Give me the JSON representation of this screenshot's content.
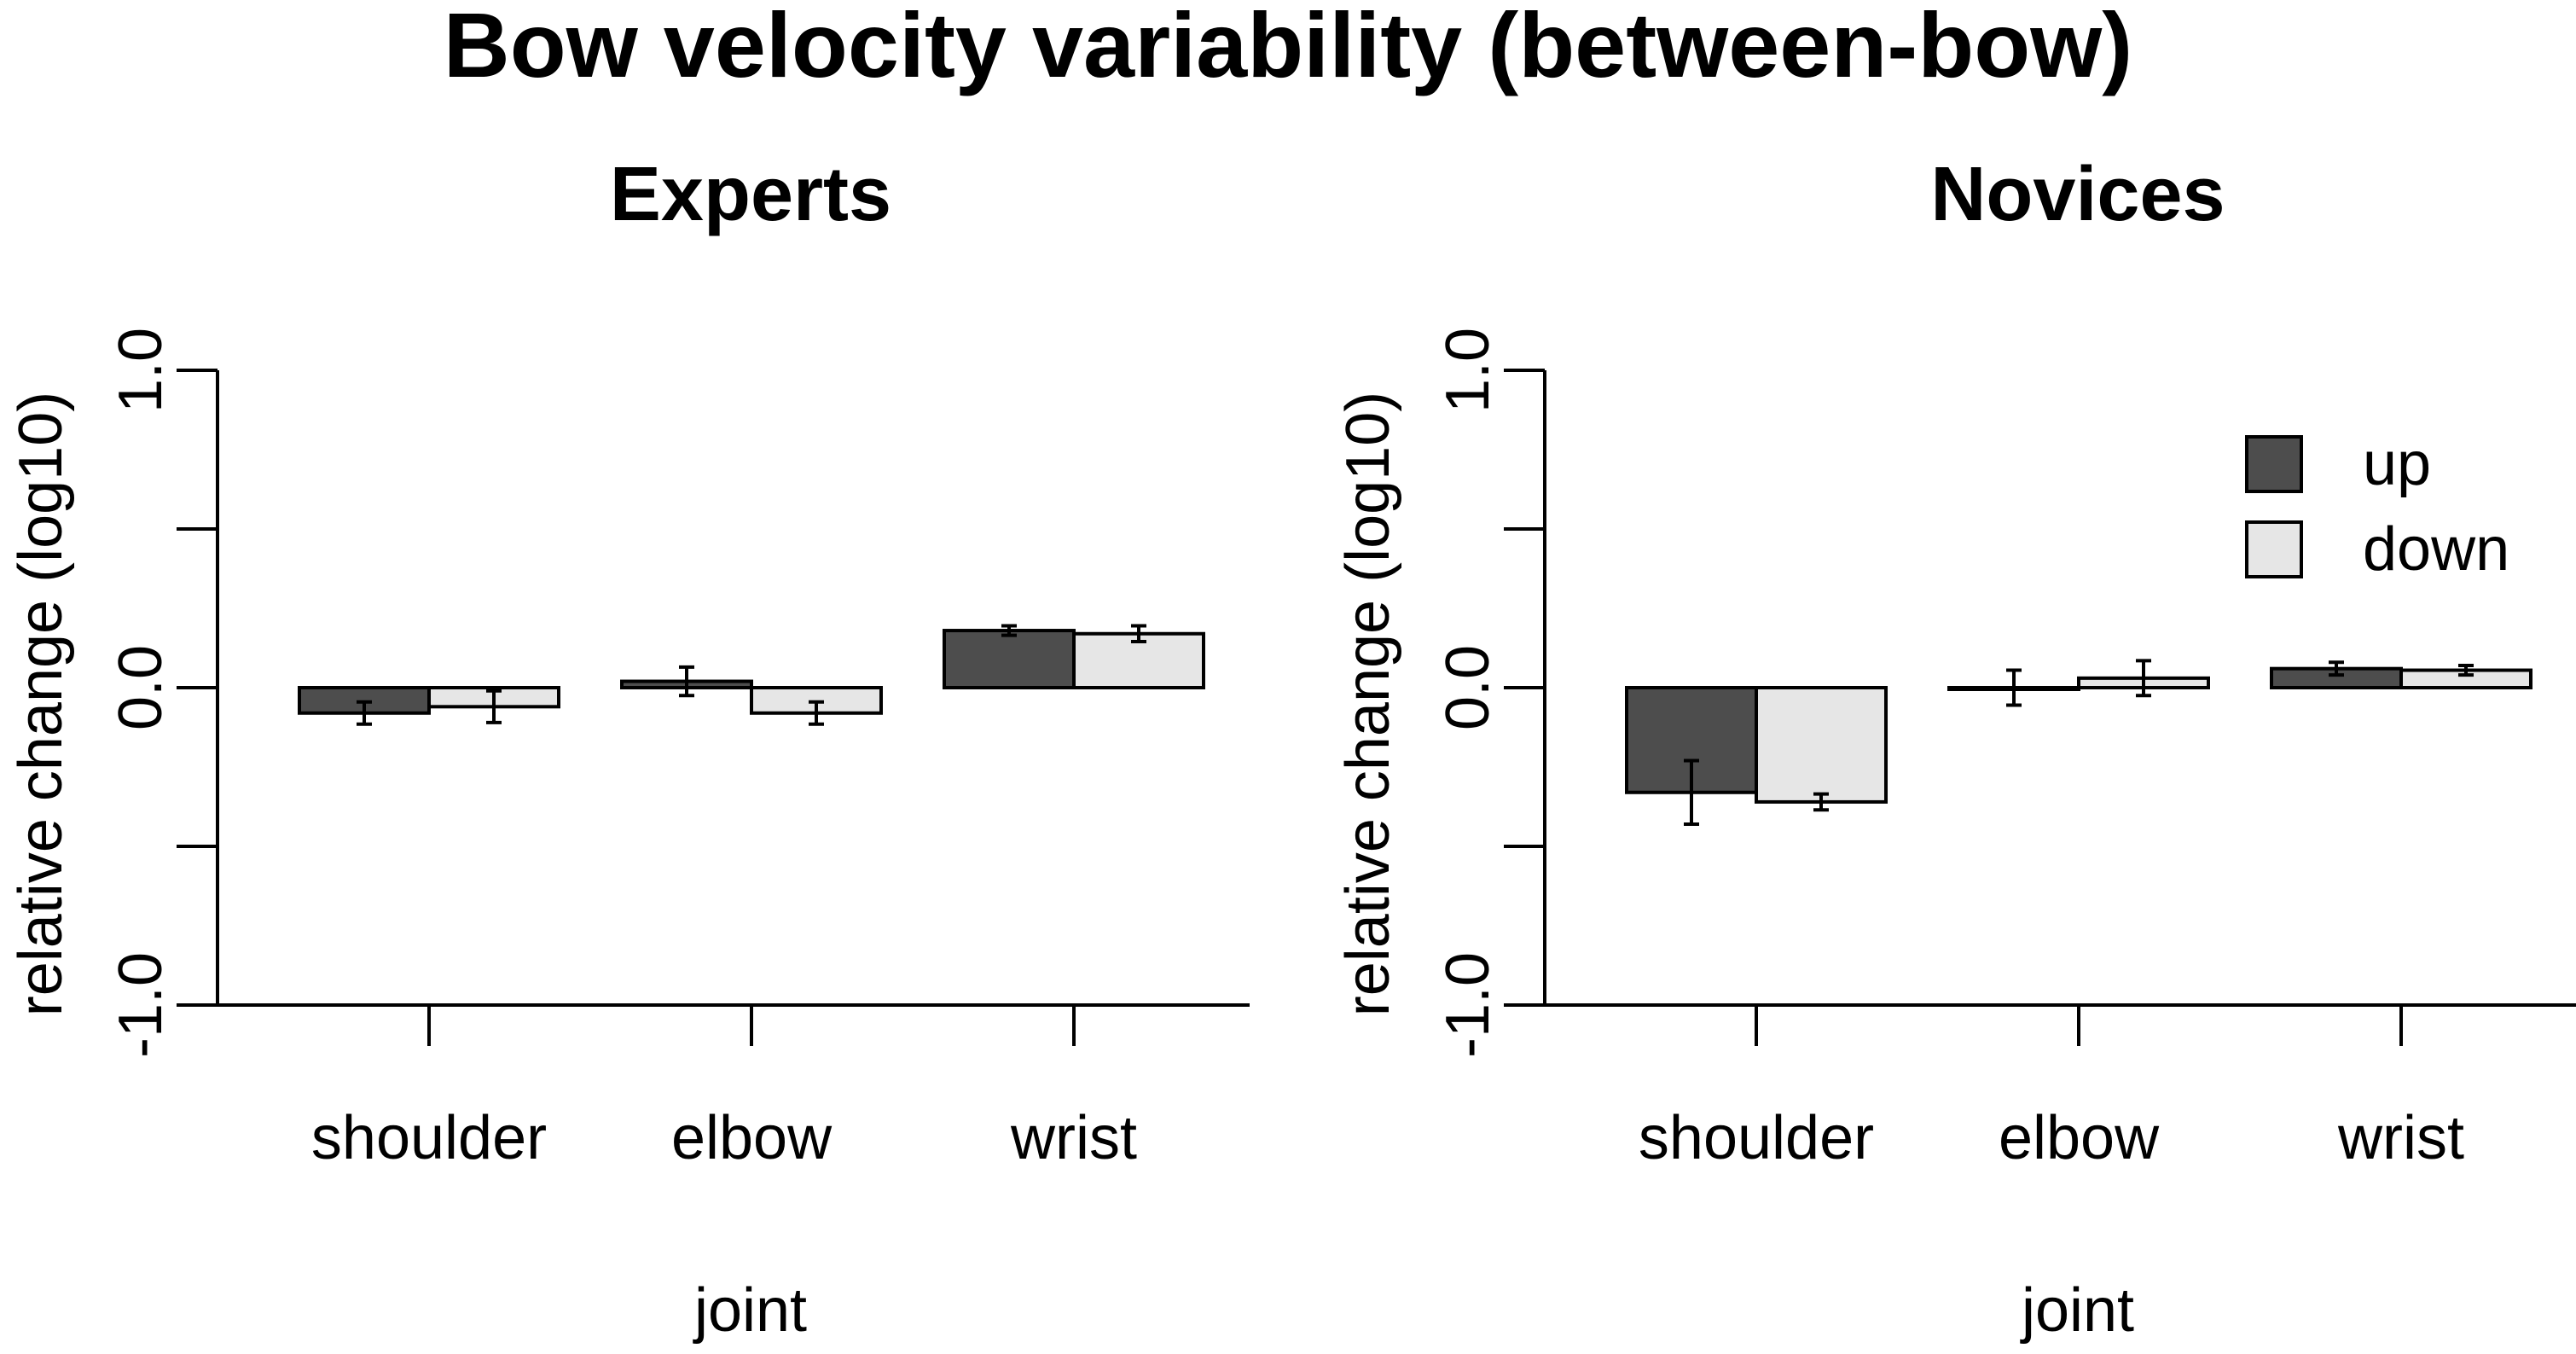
{
  "figure_title": "Bow velocity variability (between-bow)",
  "colors": {
    "up": "#4d4d4d",
    "down": "#e6e6e6"
  },
  "chart_data": [
    {
      "type": "bar",
      "title": "Experts",
      "xlabel": "joint",
      "ylabel": "relative change (log10)",
      "ylim": [
        -1.0,
        1.0
      ],
      "yticks": [
        -1.0,
        -0.5,
        0.0,
        0.5,
        1.0
      ],
      "ytick_labels": [
        "-1.0",
        "",
        "0.0",
        "",
        "1.0"
      ],
      "categories": [
        "shoulder",
        "elbow",
        "wrist"
      ],
      "series": [
        {
          "name": "up",
          "values": [
            -0.08,
            0.02,
            0.18
          ],
          "errors": [
            0.035,
            0.045,
            0.015
          ]
        },
        {
          "name": "down",
          "values": [
            -0.06,
            -0.08,
            0.17
          ],
          "errors": [
            0.05,
            0.035,
            0.025
          ]
        }
      ]
    },
    {
      "type": "bar",
      "title": "Novices",
      "xlabel": "joint",
      "ylabel": "relative change (log10)",
      "ylim": [
        -1.0,
        1.0
      ],
      "yticks": [
        -1.0,
        -0.5,
        0.0,
        0.5,
        1.0
      ],
      "ytick_labels": [
        "-1.0",
        "",
        "0.0",
        "",
        "1.0"
      ],
      "categories": [
        "shoulder",
        "elbow",
        "wrist"
      ],
      "legend": {
        "position": "top-right",
        "entries": [
          "up",
          "down"
        ]
      },
      "series": [
        {
          "name": "up",
          "values": [
            -0.33,
            0.0,
            0.06
          ],
          "errors": [
            0.1,
            0.055,
            0.02
          ]
        },
        {
          "name": "down",
          "values": [
            -0.36,
            0.03,
            0.055
          ],
          "errors": [
            0.025,
            0.055,
            0.015
          ]
        }
      ]
    }
  ]
}
